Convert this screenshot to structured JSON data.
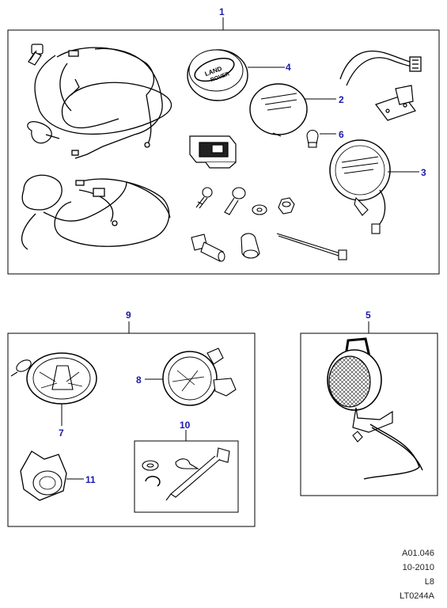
{
  "callouts": {
    "c1": "1",
    "c2": "2",
    "c3": "3",
    "c4": "4",
    "c5": "5",
    "c6": "6",
    "c7": "7",
    "c8": "8",
    "c9": "9",
    "c10": "10",
    "c11": "11"
  },
  "logo_text": {
    "line1": "LAND",
    "line2": "ROVER"
  },
  "reference": {
    "line1": "A01.046",
    "line2": "10-2010",
    "line3": "L8",
    "line4": "LT0244A"
  },
  "colors": {
    "callout": "#1a1aa8",
    "line": "#000000"
  }
}
